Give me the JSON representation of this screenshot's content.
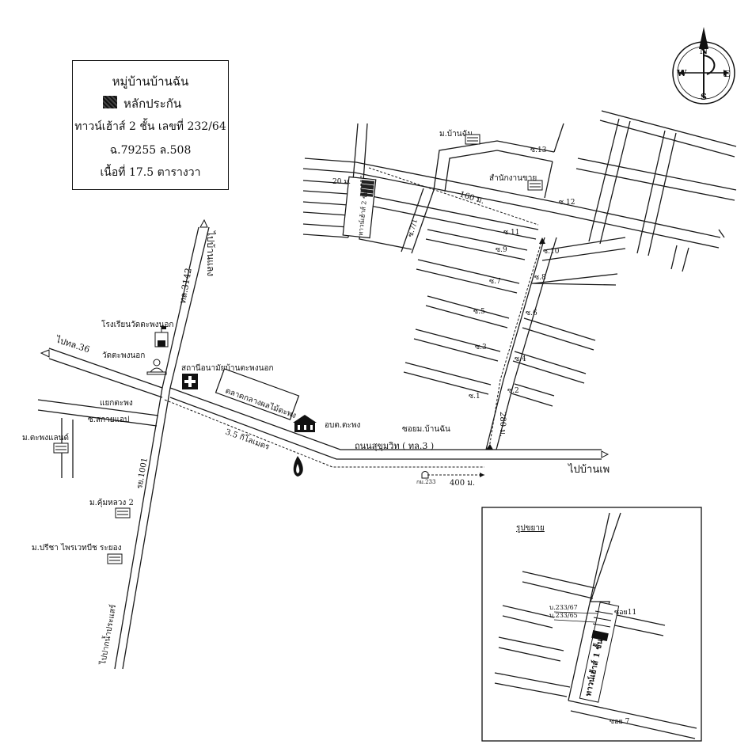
{
  "legend": {
    "village_name": "หมู่บ้านบ้านฉัน",
    "collateral_label": "หลักประกัน",
    "property_desc": "ทาวน์เฮ้าส์ 2 ชั้น เลขที่ 232/64",
    "deed": "ฉ.79255 ล.508",
    "area": "เนื้อที่ 17.5 ตารางวา"
  },
  "compass": {
    "north": "N",
    "south": "S",
    "east": "E",
    "west": "W"
  },
  "roads": {
    "to_ban_phe": "ไปบ้านเพ",
    "sukhumvit": "ถนนสุขุมวิท ( ทล.3 )",
    "soi_ban_chan": "ซอยม.บ้านฉัน",
    "to_ban_laeng": "ไปบ้านแลง",
    "tl3142": "ทล.3142",
    "to_tl36": "ไปทล.36",
    "rayong_1001": "รย.1001",
    "to_pak_nam": "ไปปากน้ำประแสร์",
    "soi_sakhai": "ซ.สกายแอป"
  },
  "places": {
    "school": "โรงเรียนวัดตะพงนอก",
    "temple": "วัดตะพงนอก",
    "health_station": "สถานีอนามัยบ้านตะพงนอก",
    "market": "ตลาดกลางผลไม้ตะพง",
    "sao_office": "อบต.ตะพง",
    "intersection": "แยกตะพง",
    "m_taphong_land": "ม.ตะพงแลนด์",
    "m_khumluang": "ม.คุ้มหลวง 2",
    "m_preecha": "ม.ปรีชา ไพรเวทบีช ระยอง",
    "village_ban_chan": "ม.บ้านฉัน",
    "sales_office": "สำนักงานขาย",
    "km_marker": "กม.233"
  },
  "distances": {
    "d_3_5km": "3.5 กิโลเมตร",
    "d_400m": "400 ม.",
    "d_280m": "280 ม.",
    "d_160m": "160 ม.",
    "d_20m": "20 ม."
  },
  "sois": {
    "s1": "ซ.1",
    "s2": "ซ.2",
    "s3": "ซ.3",
    "s4": "ซ.4",
    "s5": "ซ.5",
    "s6": "ซ.6",
    "s7": "ซ.7",
    "s8": "ซ.8",
    "s9": "ซ.9",
    "s10": "ซ.10",
    "s11": "ซ.11",
    "s12": "ซ.12",
    "s13": "ซ.13",
    "s7_1": "ซ.7/1"
  },
  "townhouse_label": "ทาวน์เฮ้าส์ 2 ชั้น",
  "inset": {
    "title": "รูปขยาย",
    "unit_67": "บ.233/67",
    "unit_65": "บ.233/65",
    "townhouse_1": "ทาวน์เฮ้าส์ 1 ชั้น",
    "soi_11": "ซอย11",
    "soi_7": "ซอย 7"
  }
}
